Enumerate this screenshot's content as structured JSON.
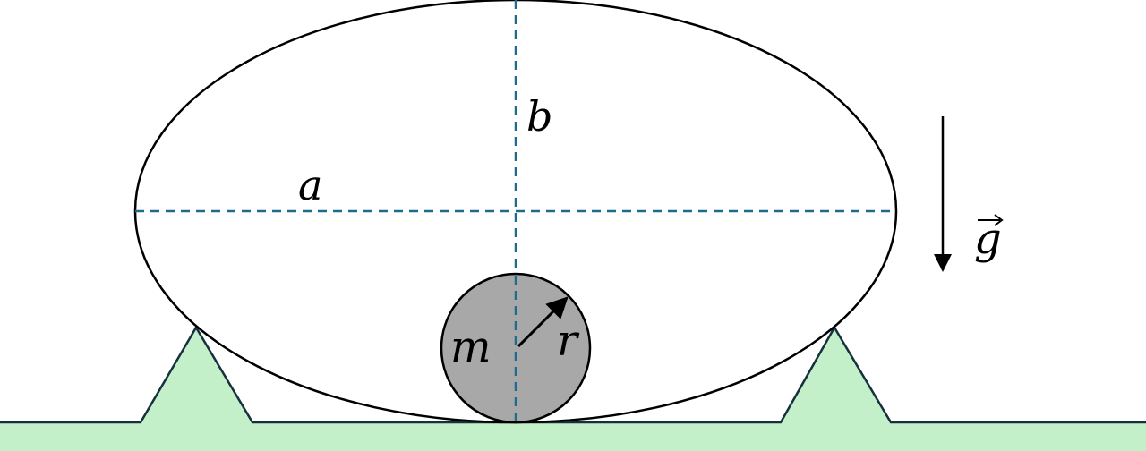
{
  "diagram": {
    "labels": {
      "semi_axis_a": "a",
      "semi_axis_b": "b",
      "mass": "m",
      "radius": "r",
      "gravity": "g"
    },
    "colors": {
      "outline": "#000000",
      "axis_dash": "#1f6b8f",
      "ball_fill": "#a8a8a8",
      "ground_fill": "#c3f0c8",
      "ground_edge": "#163040"
    }
  }
}
